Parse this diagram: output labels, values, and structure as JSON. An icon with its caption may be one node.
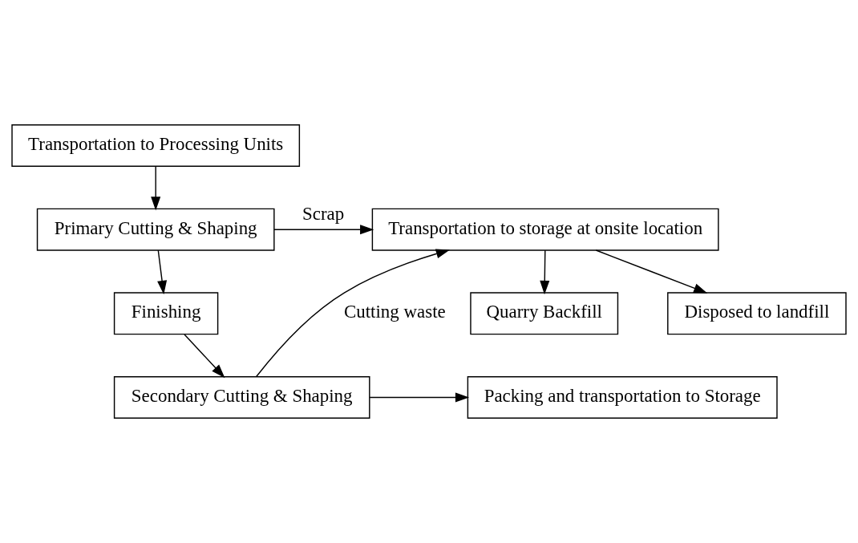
{
  "diagram": {
    "nodes": [
      {
        "text": [
          "Transportation to Processing Units"
        ]
      },
      {
        "text": [
          "Primary Cutting & Shaping"
        ]
      },
      {
        "text": [
          "Finishing"
        ]
      },
      {
        "text": [
          "Secondary Cutting & Shaping"
        ]
      },
      {
        "text": [
          "Transportation to storage at onsite location"
        ]
      },
      {
        "text": [
          "Quarry Backfill"
        ]
      },
      {
        "text": [
          "Disposed to landfill"
        ]
      },
      {
        "text": [
          "Packing and transportation to Storage"
        ]
      }
    ],
    "edges": [
      {
        "from": 0,
        "to": 1,
        "arrow": "to"
      },
      {
        "from": 1,
        "to": 2,
        "arrow": "to"
      },
      {
        "from": 2,
        "to": 3,
        "arrow": "to"
      },
      {
        "from": 1,
        "to": 4,
        "arrow": "to",
        "label": "Scrap"
      },
      {
        "from": 3,
        "to": 4,
        "arrow": "to",
        "label": "Cutting waste"
      },
      {
        "from": 4,
        "to": 5,
        "arrow": "to"
      },
      {
        "from": 4,
        "to": 6,
        "arrow": "to"
      },
      {
        "from": 3,
        "to": 7,
        "arrow": "to"
      }
    ]
  }
}
